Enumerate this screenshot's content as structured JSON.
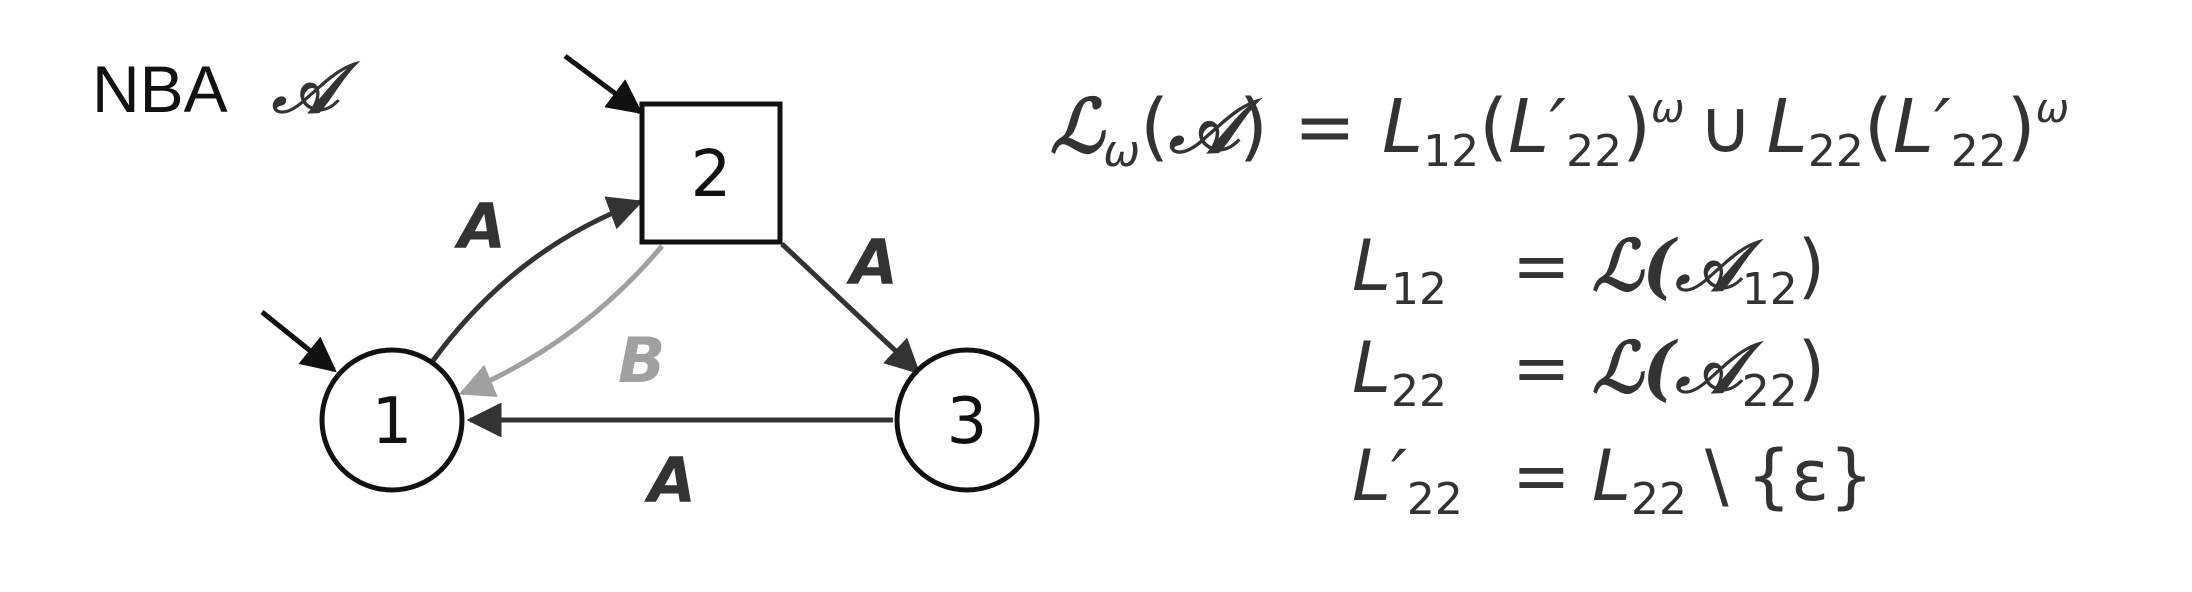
{
  "diagram": {
    "title_prefix": "NBA",
    "title_symbol": "𝒜",
    "states": [
      {
        "id": "1",
        "label": "1",
        "shape": "circle",
        "initial": true
      },
      {
        "id": "2",
        "label": "2",
        "shape": "square",
        "initial": true
      },
      {
        "id": "3",
        "label": "3",
        "shape": "circle",
        "initial": false
      }
    ],
    "edges": [
      {
        "from": "1",
        "to": "2",
        "label": "A",
        "color": "#333333"
      },
      {
        "from": "2",
        "to": "1",
        "label": "B",
        "color": "#a0a0a0"
      },
      {
        "from": "2",
        "to": "3",
        "label": "A",
        "color": "#333333"
      },
      {
        "from": "3",
        "to": "1",
        "label": "A",
        "color": "#333333"
      }
    ]
  },
  "formulas": {
    "main": {
      "lhs": "ℒ",
      "lhs_sub": "ω",
      "lhs_arg_open": "(",
      "lhs_arg": "𝒜",
      "lhs_arg_close": ")",
      "equals": "=",
      "t1_L": "L",
      "t1_sub": "12",
      "t1_open": "(",
      "t1_inner": "L′",
      "t1_inner_sub": "22",
      "t1_close": ")",
      "t1_sup": "ω",
      "union": "∪",
      "t2_L": "L",
      "t2_sub": "22",
      "t2_open": "(",
      "t2_inner": "L′",
      "t2_inner_sub": "22",
      "t2_close": ")",
      "t2_sup": "ω"
    },
    "l12": {
      "lhs": "L",
      "lhs_sub": "12",
      "equals": "=",
      "rhs": "ℒ(",
      "rhs_sym": "𝒜",
      "rhs_sub": "12",
      "rhs_close": ")"
    },
    "l22": {
      "lhs": "L",
      "lhs_sub": "22",
      "equals": "=",
      "rhs": "ℒ(",
      "rhs_sym": "𝒜",
      "rhs_sub": "22",
      "rhs_close": ")"
    },
    "l22p": {
      "lhs": "L′",
      "lhs_sub": "22",
      "equals": "=",
      "rhs": "L",
      "rhs_sub": "22",
      "minus": "\\",
      "set": "{ε}"
    }
  }
}
